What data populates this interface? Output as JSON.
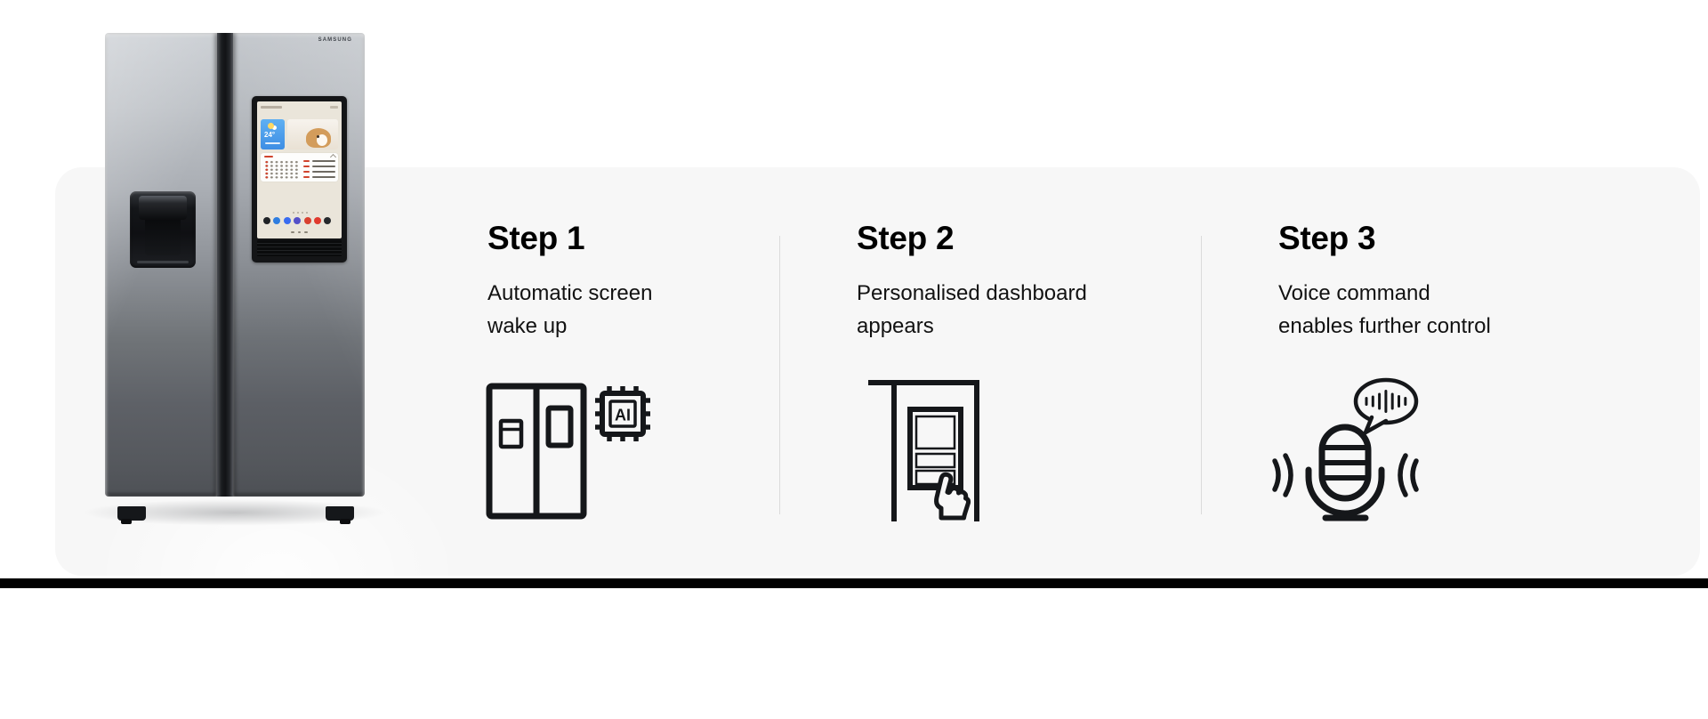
{
  "panel": {
    "background": "#f7f7f7",
    "divider_color": "#dbdbdb",
    "bottom_bar_color": "#000000"
  },
  "fridge": {
    "brand_label": "SAMSUNG",
    "screen": {
      "weather_temp": "24°",
      "accent_blue": "#3e8ee4",
      "accent_red": "#d0442e",
      "background": "#eae5da",
      "app_icon_colors": [
        "#202327",
        "#2f7de0",
        "#3a6cf0",
        "#5450c8",
        "#d8402f",
        "#e03a2e",
        "#26292d"
      ]
    }
  },
  "steps": [
    {
      "title": "Step 1",
      "line1": "Automatic screen",
      "line2": "wake up",
      "icon": "fridge-ai-chip-icon",
      "chip_label": "AI"
    },
    {
      "title": "Step 2",
      "line1": "Personalised dashboard",
      "line2": "appears",
      "icon": "dashboard-touch-icon"
    },
    {
      "title": "Step 3",
      "line1": "Voice command",
      "line2": "enables further control",
      "icon": "voice-command-mic-icon"
    }
  ],
  "icon_stroke_color": "#15171a"
}
